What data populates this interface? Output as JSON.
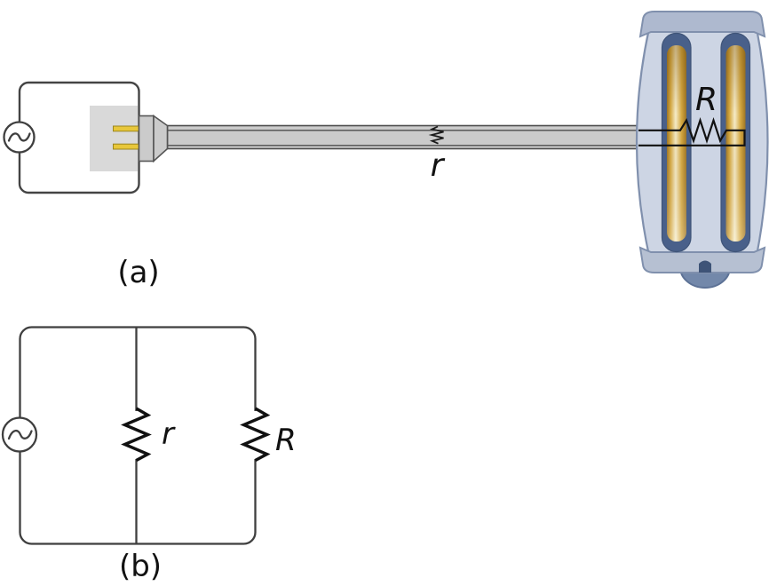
{
  "figure": {
    "panel_a": {
      "label": "(a)",
      "source_icon": "ac-sine-symbol",
      "cord_resistance_label": "r",
      "toaster_resistance_label": "R"
    },
    "panel_b": {
      "label": "(b)",
      "source_icon": "ac-sine-symbol",
      "internal_branch_label": "r",
      "right_branch_label": "R"
    },
    "colors": {
      "line_dark": "#3f3f3f",
      "wire_black": "#111111",
      "outlet_plate_gray": "#d9d9d9",
      "prong_yellow": "#e8c73a",
      "prong_border": "#9b861f",
      "cord_gray": "#cbcbcb",
      "toaster_body": "#cdd5e4",
      "toaster_outline": "#8090ad",
      "toaster_cap_top": "#aeb9cf",
      "toaster_cap_bottom": "#b6c0d2",
      "slot_frame_blue": "#49608a",
      "gold_dark": "#9d7526",
      "gold_mid": "#d5a83f",
      "gold_light": "#f6ecc9",
      "knob_blue": "#7388aa",
      "notch_blue": "#3e5377"
    }
  }
}
